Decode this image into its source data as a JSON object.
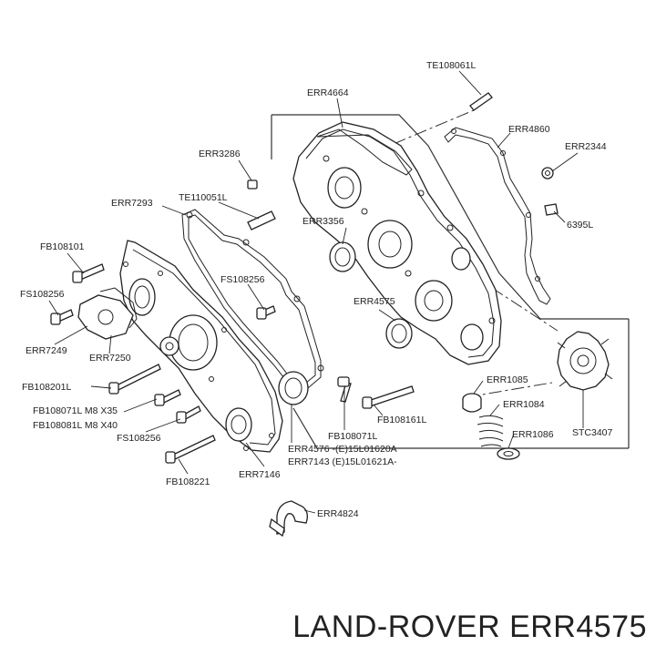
{
  "labels": {
    "te108061l": "TE108061L",
    "err4664": "ERR4664",
    "err4860": "ERR4860",
    "err3286": "ERR3286",
    "err2344": "ERR2344",
    "err7293": "ERR7293",
    "te110051l": "TE110051L",
    "err3356": "ERR3356",
    "s6395l": "6395L",
    "fb108101": "FB108101",
    "fs108256a": "FS108256",
    "fs108256b": "FS108256",
    "err4575": "ERR4575",
    "err7249": "ERR7249",
    "err7250": "ERR7250",
    "fb108201l": "FB108201L",
    "err1085": "ERR1085",
    "fb108071l_m8": "FB108071L M8 X35",
    "fb108081l_m8": "FB108081L M8 X40",
    "err1084": "ERR1084",
    "fb108161l": "FB108161L",
    "fs108256c": "FS108256",
    "err1086": "ERR1086",
    "stc3407": "STC3407",
    "fb108071l": "FB108071L",
    "err4576": "ERR4576 -(E)15L01620A",
    "err7143": "ERR7143 (E)15L01621A-",
    "fb108221": "FB108221",
    "err7146": "ERR7146",
    "err4824": "ERR4824"
  },
  "brand": "LAND-ROVER ERR4575"
}
